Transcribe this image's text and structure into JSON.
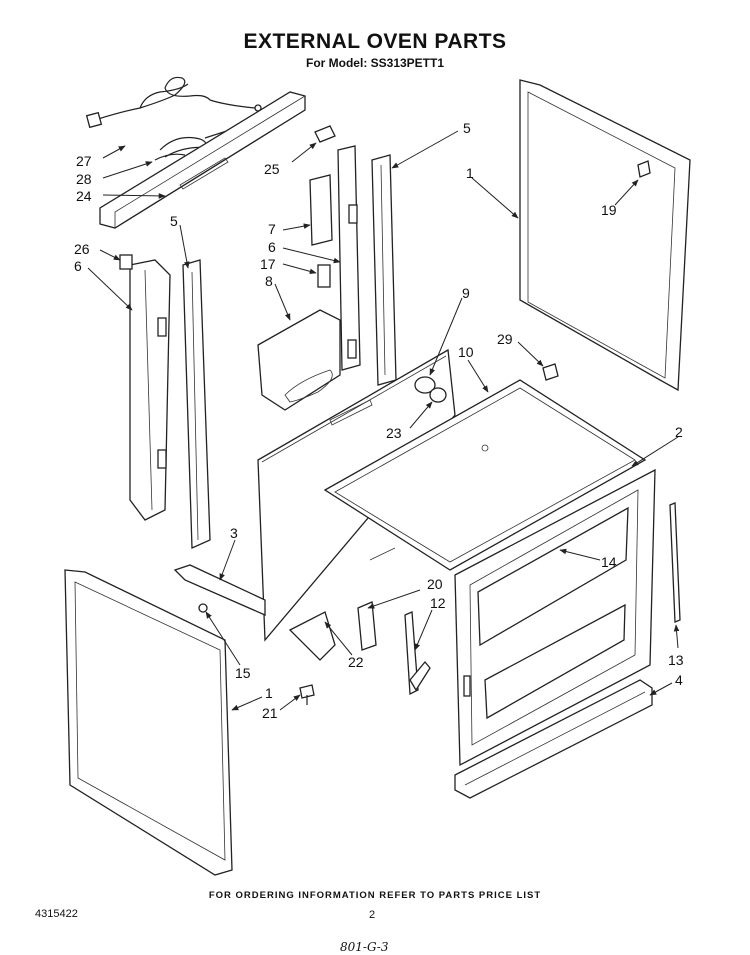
{
  "title": "EXTERNAL OVEN PARTS",
  "subtitle": "For Model: SS313PETT1",
  "footer": "FOR ORDERING INFORMATION REFER TO PARTS PRICE LIST",
  "doc_number": "4315422",
  "page_number": "2",
  "handwritten_note": "801-G-3",
  "callouts": [
    "27",
    "28",
    "24",
    "25",
    "5",
    "1",
    "19",
    "7",
    "6",
    "17",
    "8",
    "26",
    "6",
    "5",
    "9",
    "29",
    "10",
    "23",
    "2",
    "3",
    "14",
    "20",
    "12",
    "22",
    "15",
    "13",
    "4",
    "1",
    "21"
  ]
}
